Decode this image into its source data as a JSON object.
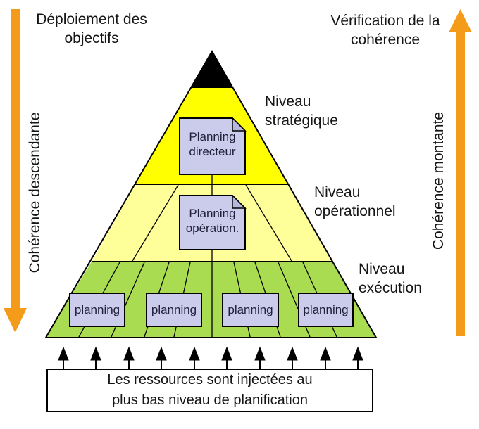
{
  "diagram": {
    "titles": {
      "left_line1": "Déploiement des",
      "left_line2": "objectifs",
      "right_line1": "Vérification de la",
      "right_line2": "cohérence"
    },
    "axes": {
      "left": "Cohérence descendante",
      "right": "Cohérence montante"
    },
    "levels": [
      {
        "name": "strategique",
        "label_line1": "Niveau",
        "label_line2": "stratégique",
        "color": "#FFFF00",
        "doc_line1": "Planning",
        "doc_line2": "directeur"
      },
      {
        "name": "operationnel",
        "label_line1": "Niveau",
        "label_line2": "opérationnel",
        "color": "#FFFF99",
        "doc_line1": "Planning",
        "doc_line2": "opération."
      },
      {
        "name": "execution",
        "label_line1": "Niveau",
        "label_line2": "exécution",
        "color": "#A9DC50",
        "docs": [
          "planning",
          "planning",
          "planning",
          "planning"
        ]
      }
    ],
    "apex_color": "#000000",
    "doc_fill": "#CBCBEB",
    "doc_fold_fill": "#B7B7DD",
    "arrow_color": "#F49B19",
    "note_line1": "Les ressources sont injectées au",
    "note_line2": "plus bas niveau de planification"
  }
}
